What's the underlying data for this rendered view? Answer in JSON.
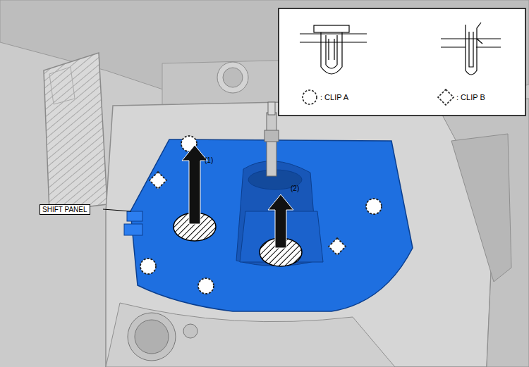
{
  "diagram": {
    "labels": [
      "SHIFT PANEL",
      "(1)",
      "(2)"
    ],
    "legend": [
      {
        "text": ": CLIP A"
      },
      {
        "text": ": CLIP B"
      }
    ]
  }
}
